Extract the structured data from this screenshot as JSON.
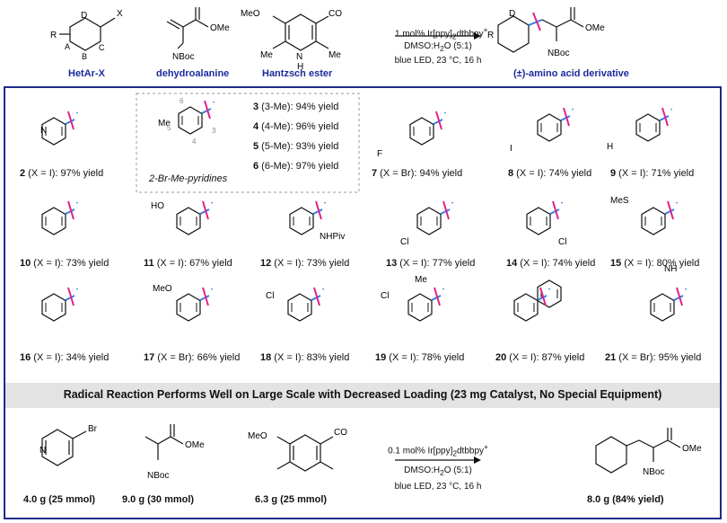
{
  "header": {
    "labels": {
      "hetar": "HetAr-X",
      "dha": "dehydroalanine",
      "hantzsch": "Hantzsch ester",
      "product": "(±)-amino acid derivative"
    },
    "atoms": {
      "R": "R",
      "D": "D",
      "X": "X",
      "A": "A",
      "B": "B",
      "C": "C",
      "OMe": "OMe",
      "NBoc2": "NBoc",
      "MeO2C": "MeO",
      "CO2Me": "CO",
      "Me": "Me",
      "NH": "N",
      "H": "H"
    },
    "conditions": {
      "catalyst": "1 mol% Ir[ppy]",
      "solvent": "DMSO:H",
      "light": "blue LED, 23 °C, 16 h"
    }
  },
  "group_box": {
    "label": "2-Br-Me-pyridines",
    "entries": [
      {
        "num": "3",
        "text": " (3-Me): 94% yield"
      },
      {
        "num": "4",
        "text": " (4-Me): 96% yield"
      },
      {
        "num": "5",
        "text": " (5-Me): 93% yield"
      },
      {
        "num": "6",
        "text": " (6-Me): 97% yield"
      }
    ],
    "pos_labels": [
      "6",
      "5",
      "4",
      "3"
    ]
  },
  "substituents": {
    "N": "N",
    "F3C": "F",
    "I": "I",
    "H2N": "H",
    "HO": "HO",
    "NHPiv": "NHPiv",
    "Cl": "Cl",
    "MeS": "MeS",
    "MeO": "MeO",
    "Me": "Me",
    "NH": "NH",
    "Br": "Br"
  },
  "compounds": [
    {
      "num": "2",
      "text": " (X = I): 97% yield"
    },
    {
      "num": "7",
      "text": " (X = Br): 94% yield"
    },
    {
      "num": "8",
      "text": " (X = I): 74% yield"
    },
    {
      "num": "9",
      "text": " (X = I): 71% yield"
    },
    {
      "num": "10",
      "text": " (X = I): 73% yield"
    },
    {
      "num": "11",
      "text": " (X = I): 67% yield"
    },
    {
      "num": "12",
      "text": " (X = I): 73% yield"
    },
    {
      "num": "13",
      "text": " (X = I): 77% yield"
    },
    {
      "num": "14",
      "text": " (X = I): 74% yield"
    },
    {
      "num": "15",
      "text": " (X = I): 80% yield"
    },
    {
      "num": "16",
      "text": " (X = I): 34% yield"
    },
    {
      "num": "17",
      "text": " (X = Br): 66% yield"
    },
    {
      "num": "18",
      "text": " (X = I): 83% yield"
    },
    {
      "num": "19",
      "text": " (X = I): 78% yield"
    },
    {
      "num": "20",
      "text": " (X = I): 87% yield"
    },
    {
      "num": "21",
      "text": " (X = Br): 95% yield"
    }
  ],
  "scale_up": {
    "banner": "Radical Reaction Performs Well on Large Scale with Decreased Loading (23 mg Catalyst, No Special Equipment)",
    "amounts": [
      "4.0 g (25 mmol)",
      "9.0 g (30 mmol)",
      "6.3 g (25 mmol)",
      "8.0 g (84% yield)"
    ],
    "conditions": {
      "catalyst": "0.1 mol% Ir[ppy]",
      "solvent": "DMSO:H",
      "light": "blue LED, 23 °C, 16 h"
    }
  },
  "colors": {
    "box_border": "#1d2a8c",
    "label_blue": "#1c2a9c",
    "bond_blue": "#2f7fe0",
    "cut_magenta": "#e0218a",
    "band_gray": "#e3e3e3"
  }
}
